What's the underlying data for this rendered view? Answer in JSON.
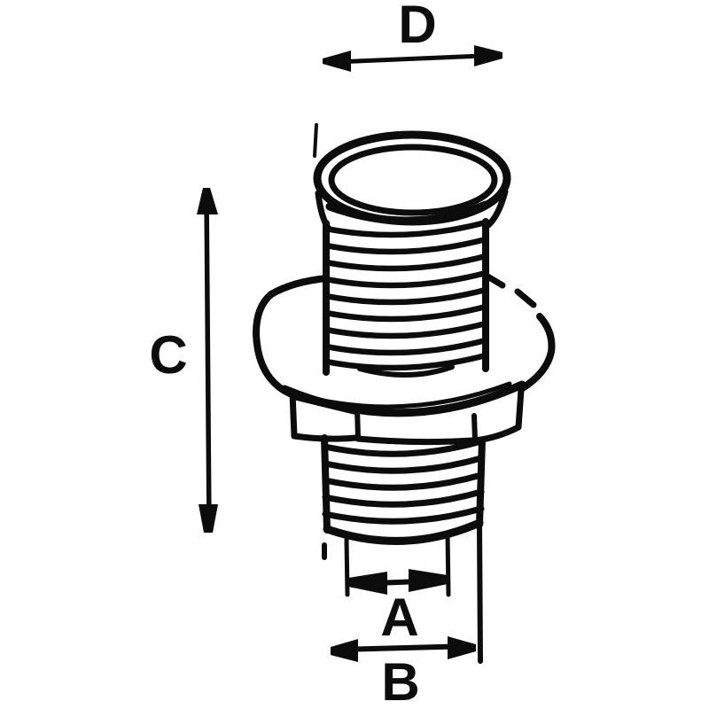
{
  "diagram": {
    "type": "technical-line-drawing",
    "background_color": "#ffffff",
    "line_color": "#0c0c0c",
    "dimension_labels": {
      "d": "D",
      "c": "C",
      "a": "A",
      "b": "B"
    }
  }
}
